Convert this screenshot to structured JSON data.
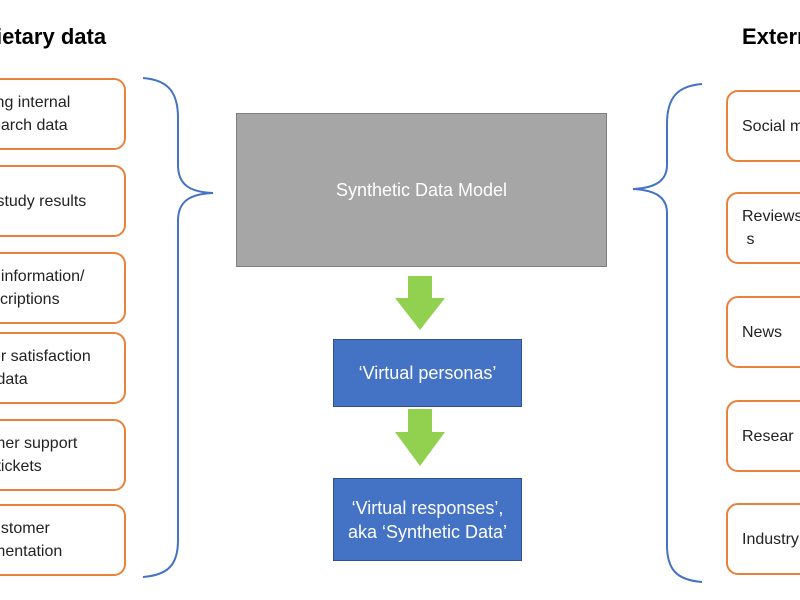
{
  "headings": {
    "left": "ietary data",
    "right": "Extern"
  },
  "left_sources": [
    "ing internal\nearch data",
    " study results",
    "t information/\nscriptions",
    "er satisfaction\n data",
    "mer support\n tickets",
    "ustomer\nmentation"
  ],
  "center": {
    "model": "Synthetic Data Model",
    "personas": "‘Virtual personas’",
    "responses": "‘Virtual responses’,\naka ‘Synthetic Data’"
  },
  "right_sources": [
    "Social m",
    "Reviews\n s",
    "News",
    "Resear",
    "Industry"
  ],
  "colors": {
    "source_border": "#e8823a",
    "model_fill": "#a6a6a6",
    "persona_fill": "#4472c4",
    "arrow_fill": "#92d050",
    "brace_stroke": "#4472c4"
  }
}
